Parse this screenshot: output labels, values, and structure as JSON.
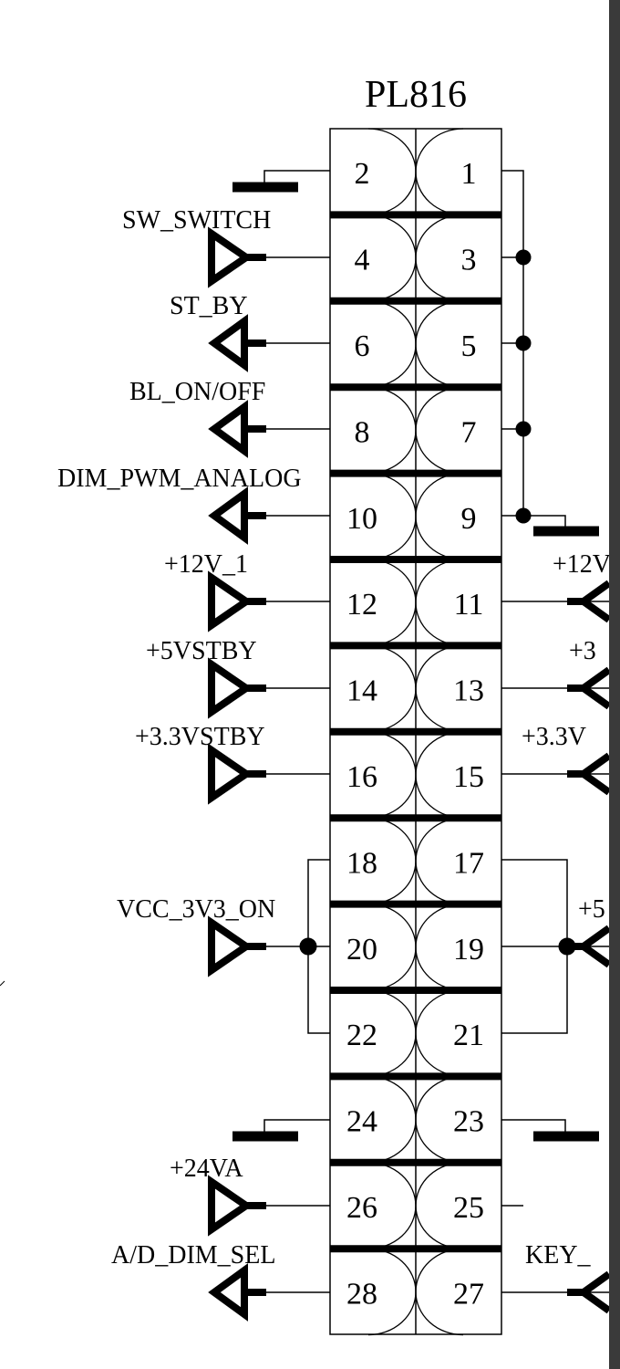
{
  "connector": {
    "title": "PL816",
    "rows": [
      {
        "left": "2",
        "right": "1"
      },
      {
        "left": "4",
        "right": "3"
      },
      {
        "left": "6",
        "right": "5"
      },
      {
        "left": "8",
        "right": "7"
      },
      {
        "left": "10",
        "right": "9"
      },
      {
        "left": "12",
        "right": "11"
      },
      {
        "left": "14",
        "right": "13"
      },
      {
        "left": "16",
        "right": "15"
      },
      {
        "left": "18",
        "right": "17"
      },
      {
        "left": "20",
        "right": "19"
      },
      {
        "left": "22",
        "right": "21"
      },
      {
        "left": "24",
        "right": "23"
      },
      {
        "left": "26",
        "right": "25"
      },
      {
        "left": "28",
        "right": "27"
      }
    ]
  },
  "left_nets": {
    "sw_switch": "SW_SWITCH",
    "st_by": "ST_BY",
    "bl_on_off": "BL_ON/OFF",
    "dim_pwm_analog": "DIM_PWM_ANALOG",
    "p12v_1": "+12V_1",
    "p5vstby": "+5VSTBY",
    "p3v3stby": "+3.3VSTBY",
    "vcc_3v3_on": "VCC_3V3_ON",
    "p24va": "+24VA",
    "ad_dim_sel": "A/D_DIM_SEL"
  },
  "right_nets": {
    "r11": "+12V",
    "r13": "+3",
    "r15": "+3.3V",
    "r19": "+5",
    "r27": "KEY_"
  }
}
